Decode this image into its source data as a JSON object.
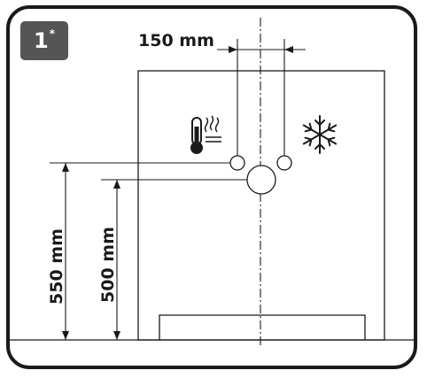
{
  "step": {
    "number": "1",
    "mark": "*"
  },
  "dimensions": {
    "horizontal_spacing": "150 mm",
    "height_upper": "550 mm",
    "height_lower": "500 mm"
  },
  "icons": {
    "hot": "thermometer-heat-icon",
    "cold": "snowflake-icon"
  },
  "colors": {
    "line": "#1a1a1a",
    "badge": "#555555"
  }
}
